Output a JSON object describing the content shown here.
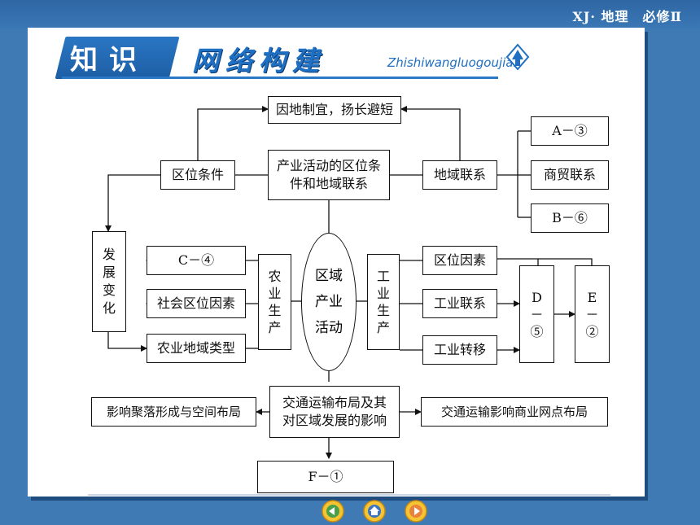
{
  "header": {
    "course": "XJ· 地理　必修Ⅱ",
    "banner_label": "知识",
    "title": "网络构建",
    "pinyin": "Zhishiwangluogoujian"
  },
  "diagram": {
    "top": "因地制宜，扬长避短",
    "center": "产业活动的区位条件和地域联系",
    "left_cond": "区位条件",
    "right_link": "地域联系",
    "link_a": "A－③",
    "link_trade": "商贸联系",
    "link_b": "B－⑥",
    "develop": "发展变化",
    "agri_c": "C－④",
    "agri_social": "社会区位因素",
    "agri_type": "农业地域类型",
    "agri": "农业生产",
    "regional": "区域产业活动",
    "industry": "工业生产",
    "ind_factor": "区位因素",
    "ind_link": "工业联系",
    "ind_transfer": "工业转移",
    "d": "D－⑤",
    "e": "E－②",
    "transport": "交通运输布局及其对区域发展的影响",
    "settle": "影响聚落形成与空间布局",
    "commerce": "交通运输影响商业网点布局",
    "f": "F－①"
  },
  "nav": [
    "back-icon",
    "home-icon",
    "forward-icon"
  ]
}
